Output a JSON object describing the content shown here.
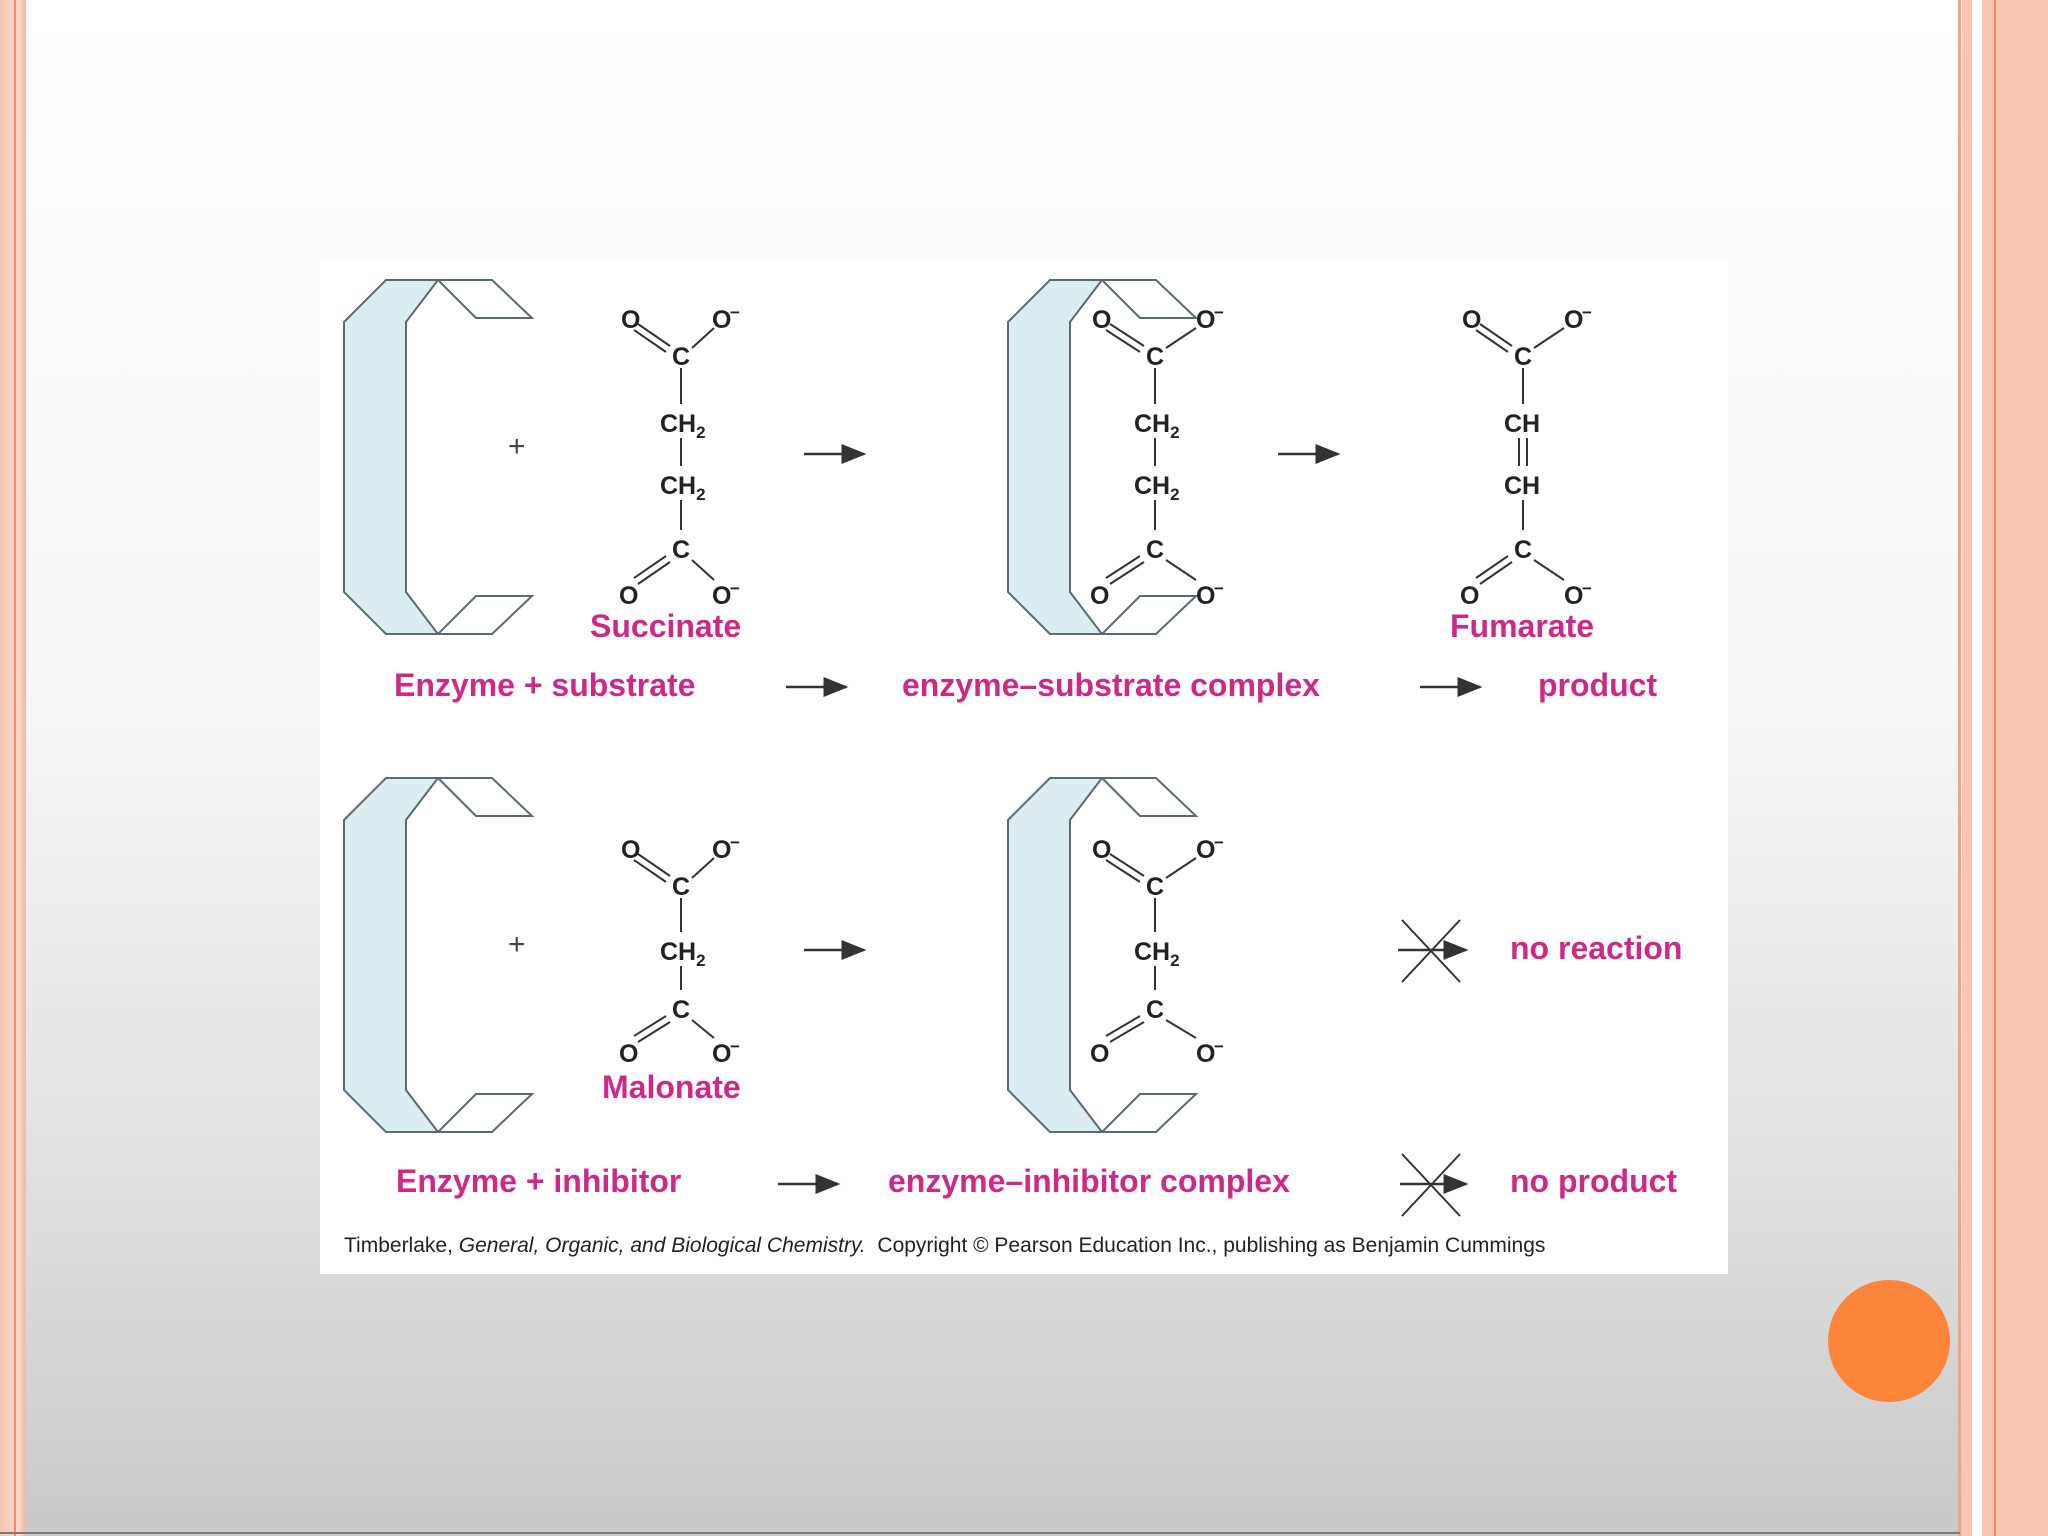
{
  "figure": {
    "row1": {
      "substrate_name": "Succinate",
      "product_name": "Fumarate",
      "caption_enzyme_substrate": "Enzyme + substrate",
      "caption_complex": "enzyme–substrate complex",
      "caption_product": "product"
    },
    "row2": {
      "inhibitor_name": "Malonate",
      "no_reaction": "no reaction",
      "caption_enzyme_inhibitor": "Enzyme + inhibitor",
      "caption_complex": "enzyme–inhibitor complex",
      "caption_no_product": "no product"
    },
    "plus_sign": "+",
    "atoms": {
      "oxygen": "O",
      "oxide": "O",
      "charge": "−",
      "carbon": "C",
      "ch2": "CH",
      "ch2_sub": "2",
      "ch": "CH"
    },
    "credit": {
      "author": "Timberlake, ",
      "book": "General, Organic, and Biological Chemistry.",
      "rest": "  Copyright © Pearson Education Inc., publishing as Benjamin Cummings"
    }
  },
  "colors": {
    "caption_pink": "#cc2a86",
    "accent_circle": "#fd843b",
    "frame_border": "#f8c6b4",
    "enzyme_fill": "#dcedf2"
  }
}
